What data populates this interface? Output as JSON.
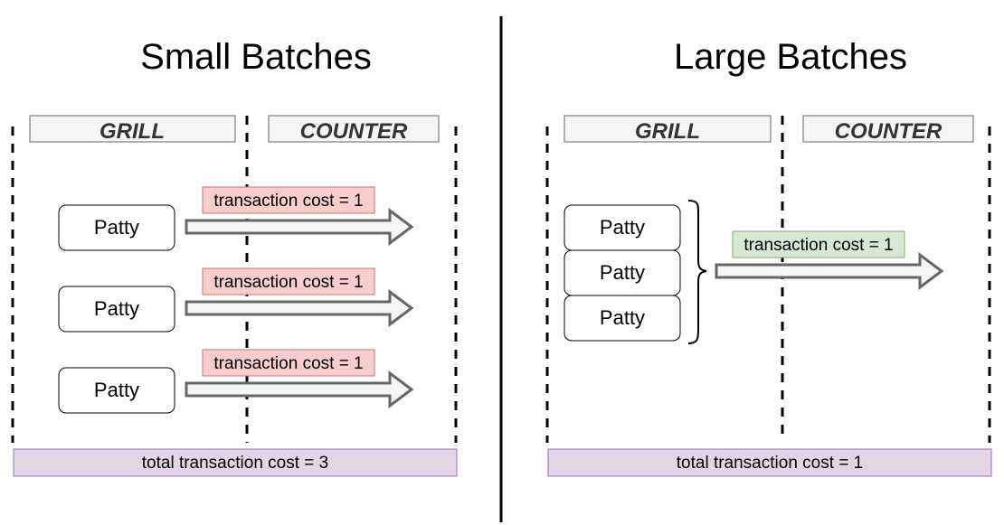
{
  "divider_color": "#000000",
  "lane_line_color": "#000000",
  "panels": [
    {
      "title": "Small Batches",
      "grill_label": "GRILL",
      "counter_label": "COUNTER",
      "batches": [
        {
          "items": [
            "Patty"
          ],
          "cost_label": "transaction cost = 1",
          "cost_color": "#f8cecc",
          "cost_border": "#d07070"
        },
        {
          "items": [
            "Patty"
          ],
          "cost_label": "transaction cost = 1",
          "cost_color": "#f8cecc",
          "cost_border": "#d07070"
        },
        {
          "items": [
            "Patty"
          ],
          "cost_label": "transaction cost = 1",
          "cost_color": "#f8cecc",
          "cost_border": "#d07070"
        }
      ],
      "total_label": "total transaction cost = 3",
      "total_color": "#e1d5e7",
      "total_border": "#9673a6"
    },
    {
      "title": "Large Batches",
      "grill_label": "GRILL",
      "counter_label": "COUNTER",
      "batches": [
        {
          "items": [
            "Patty",
            "Patty",
            "Patty"
          ],
          "cost_label": "transaction cost = 1",
          "cost_color": "#d5e8d4",
          "cost_border": "#82b366"
        }
      ],
      "total_label": "total transaction cost = 1",
      "total_color": "#e1d5e7",
      "total_border": "#9673a6"
    }
  ],
  "header_box_color": "#f5f5f5",
  "header_box_border": "#666666",
  "arrow_fill": "#f5f5f5",
  "arrow_stroke": "#666666"
}
